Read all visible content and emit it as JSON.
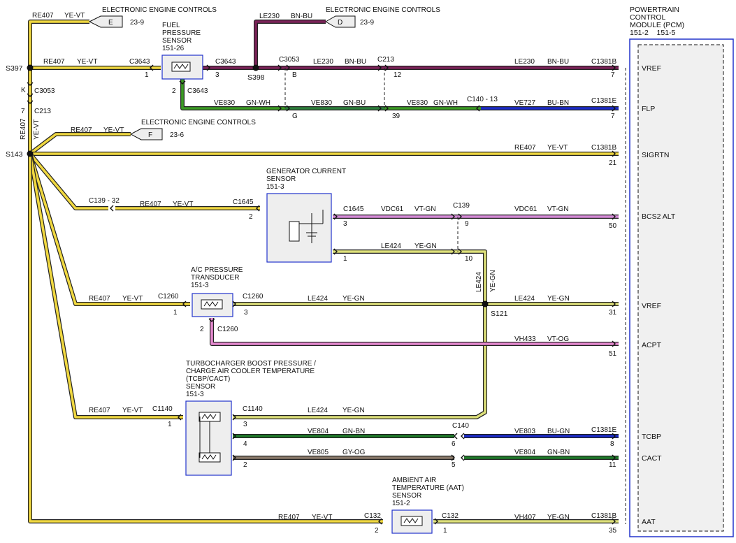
{
  "colors": {
    "YE-VT": "#f0d840",
    "LE230": "#7a2358",
    "GN-WH": "#3a9a22",
    "BU-BN": "#1b2bc8",
    "GN-BU": "#2c7e3a",
    "VT-GN": "#d489d6",
    "YE-GN": "#dde07a",
    "VT-OG": "#e68ad0",
    "GN-BN": "#1f7a2a",
    "BU-GN": "#1b2bc8",
    "GY-OG": "#8a7a6a",
    "box_border": "#2233cc"
  },
  "references": [
    {
      "id": "ref-e",
      "letter": "E",
      "title": "ELECTRONIC ENGINE CONTROLS",
      "page": "23-9"
    },
    {
      "id": "ref-d",
      "letter": "D",
      "title": "ELECTRONIC ENGINE CONTROLS",
      "page": "23-9"
    },
    {
      "id": "ref-f",
      "letter": "F",
      "title": "ELECTRONIC ENGINE CONTROLS",
      "page": "23-6"
    }
  ],
  "pcm": {
    "title": [
      "POWERTRAIN",
      "CONTROL",
      "MODULE (PCM)"
    ],
    "pages": "151-2    151-5",
    "pins": [
      {
        "name": "VREF",
        "pin": "7",
        "connector": "C1381B"
      },
      {
        "name": "FLP",
        "pin": "7",
        "connector": "C1381E"
      },
      {
        "name": "SIGRTN",
        "pin": "21",
        "connector": "C1381B"
      },
      {
        "name": "BCS2 ALT",
        "pin": "50",
        "connector": ""
      },
      {
        "name": "VREF",
        "pin": "31",
        "connector": ""
      },
      {
        "name": "ACPT",
        "pin": "51",
        "connector": ""
      },
      {
        "name": "TCBP",
        "pin": "8",
        "connector": "C1381E"
      },
      {
        "name": "CACT",
        "pin": "11",
        "connector": ""
      },
      {
        "name": "AAT",
        "pin": "35",
        "connector": "C1381B"
      }
    ]
  },
  "components": [
    {
      "id": "fuel",
      "label": [
        "FUEL",
        "PRESSURE",
        "SENSOR",
        "151-26"
      ]
    },
    {
      "id": "gen",
      "label": [
        "GENERATOR CURRENT",
        "SENSOR",
        "151-3"
      ]
    },
    {
      "id": "ac",
      "label": [
        "A/C PRESSURE",
        "TRANSDUCER",
        "151-3"
      ]
    },
    {
      "id": "tcbp",
      "label": [
        "TURBOCHARGER BOOST PRESSURE /",
        "CHARGE AIR COOLER TEMPERATURE",
        "(TCBP/CACT)",
        "SENSOR",
        "151-3"
      ]
    },
    {
      "id": "aat",
      "label": [
        "AMBIENT AIR",
        "TEMPERATURE (AAT)",
        "SENSOR",
        "151-2"
      ]
    }
  ],
  "splices": [
    "S397",
    "S398",
    "S143",
    "S121"
  ],
  "wire_labels": {
    "re407": "RE407",
    "ye_vt": "YE-VT",
    "le230": "LE230",
    "bn_bu": "BN-BU",
    "ve830": "VE830",
    "gn_wh": "GN-WH",
    "gn_bu": "GN-BU",
    "ve727": "VE727",
    "bu_bn": "BU-BN",
    "vdc61": "VDC61",
    "vt_gn": "VT-GN",
    "le424": "LE424",
    "ye_gn": "YE-GN",
    "vh433": "VH433",
    "vt_og": "VT-OG",
    "ve804": "VE804",
    "gn_bn": "GN-BN",
    "ve803": "VE803",
    "bu_gn": "BU-GN",
    "ve805": "VE805",
    "gy_og": "GY-OG",
    "vh407": "VH407"
  },
  "connectors": {
    "c3643": "C3643",
    "c3053": "C3053",
    "c213": "C213",
    "c1381b": "C1381B",
    "c1381e": "C1381E",
    "c140_13": "C140 - 13",
    "c139_32": "C139 - 32",
    "c1645": "C1645",
    "c139": "C139",
    "c1260": "C1260",
    "c1140": "C1140",
    "c140": "C140",
    "c132": "C132"
  },
  "pins": {
    "p1": "1",
    "p2": "2",
    "p3": "3",
    "p4": "4",
    "p5": "5",
    "p6": "6",
    "p7": "7",
    "p9": "9",
    "p10": "10",
    "p12": "12",
    "p39": "39",
    "pK": "K",
    "pB": "B",
    "pG": "G"
  }
}
